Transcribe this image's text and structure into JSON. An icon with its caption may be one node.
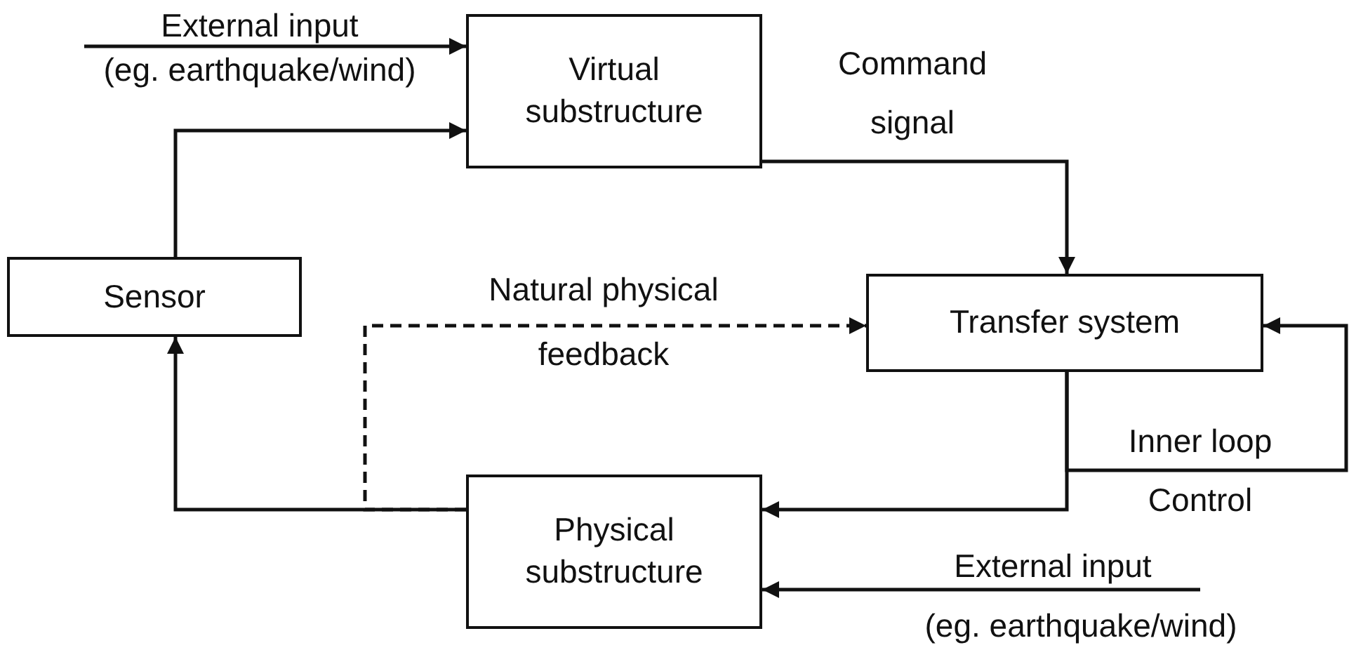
{
  "diagram": {
    "nodes": [
      {
        "text": [
          "Virtual substructure"
        ]
      },
      {
        "text": [
          "Sensor"
        ]
      },
      {
        "text": [
          "Transfer system"
        ]
      },
      {
        "text": [
          "Physical substructure"
        ]
      }
    ],
    "edges": [
      {
        "from": null,
        "to": 0,
        "arrow": "to",
        "label": "External input"
      },
      {
        "from": 1,
        "to": 0,
        "arrow": "to"
      },
      {
        "from": 0,
        "to": 2,
        "arrow": "to",
        "label": "Command signal"
      },
      {
        "from": 3,
        "to": 1,
        "arrow": "to"
      },
      {
        "from": 3,
        "to": 2,
        "arrow": "to",
        "style": "dashed",
        "label": "Natural physical feedback"
      },
      {
        "from": 2,
        "to": 3,
        "arrow": "to"
      },
      {
        "from": 2,
        "to": 2,
        "arrow": "to",
        "label": "Inner loop Control"
      },
      {
        "from": null,
        "to": 3,
        "arrow": "to",
        "label": "External input"
      }
    ],
    "labels": [
      "(eg. earthquake/wind)",
      "(eg. earthquake/wind)"
    ]
  }
}
